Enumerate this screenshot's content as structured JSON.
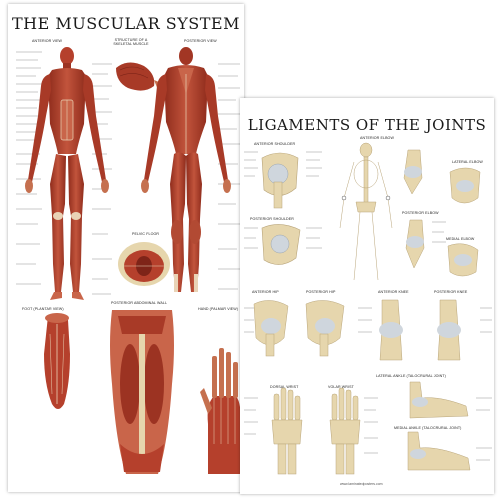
{
  "muscular_poster": {
    "title": "THE MUSCULAR SYSTEM",
    "views": {
      "anterior": "ANTERIOR VIEW",
      "structure": "STRUCTURE OF A SKELETAL MUSCLE",
      "posterior": "POSTERIOR VIEW",
      "pelvic_floor": "PELVIC FLOOR",
      "foot": "FOOT (PLANTAR VIEW)",
      "abdominal_wall": "POSTERIOR ABDOMINAL WALL",
      "hand": "HAND (PALMAR VIEW)"
    }
  },
  "ligaments_poster": {
    "title": "LIGAMENTS OF THE JOINTS",
    "views": {
      "anterior_shoulder": "ANTERIOR SHOULDER",
      "anterior_elbow": "ANTERIOR ELBOW",
      "lateral_elbow": "LATERAL ELBOW",
      "posterior_shoulder": "POSTERIOR SHOULDER",
      "posterior_elbow": "POSTERIOR ELBOW",
      "medial_elbow": "MEDIAL ELBOW",
      "anterior_hip": "ANTERIOR HIP",
      "posterior_hip": "POSTERIOR HIP",
      "anterior_knee": "ANTERIOR KNEE",
      "posterior_knee": "POSTERIOR KNEE",
      "lateral_ankle": "LATERAL ANKLE (TALOCRURAL JOINT)",
      "dorsal_wrist": "DORSAL WRIST",
      "volar_wrist": "VOLAR WRIST",
      "medial_ankle": "MEDIAL ANKLE (TALOCRURAL JOINT)"
    },
    "footer": "www.laminatedposters.com"
  },
  "colors": {
    "muscle": "#b5402c",
    "muscle_dark": "#7e2418",
    "tendon": "#e9d3b6",
    "bone": "#e6d6ad",
    "bone_shadow": "#b9a57a",
    "ligament": "#cfd6dd"
  }
}
